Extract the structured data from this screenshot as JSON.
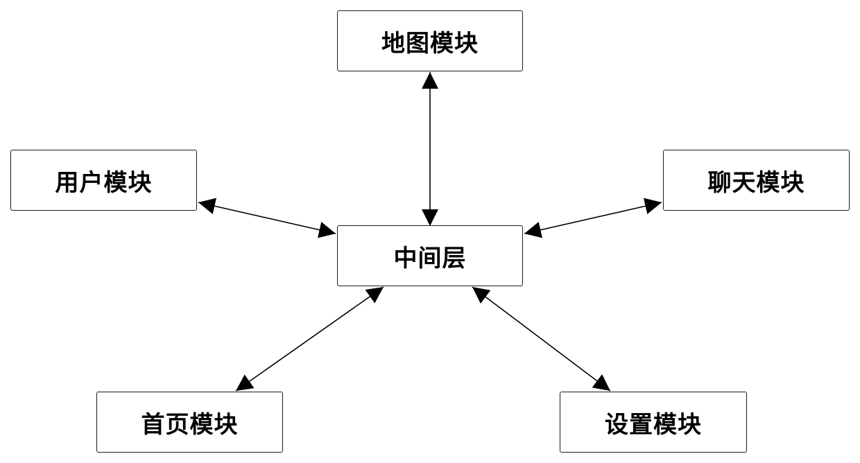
{
  "nodes": {
    "map": "地图模块",
    "user": "用户模块",
    "chat": "聊天模块",
    "middle": "中间层",
    "home": "首页模块",
    "settings": "设置模块"
  },
  "colors": {
    "stroke": "#000000",
    "border": "#1a1a1a",
    "background": "#ffffff"
  }
}
